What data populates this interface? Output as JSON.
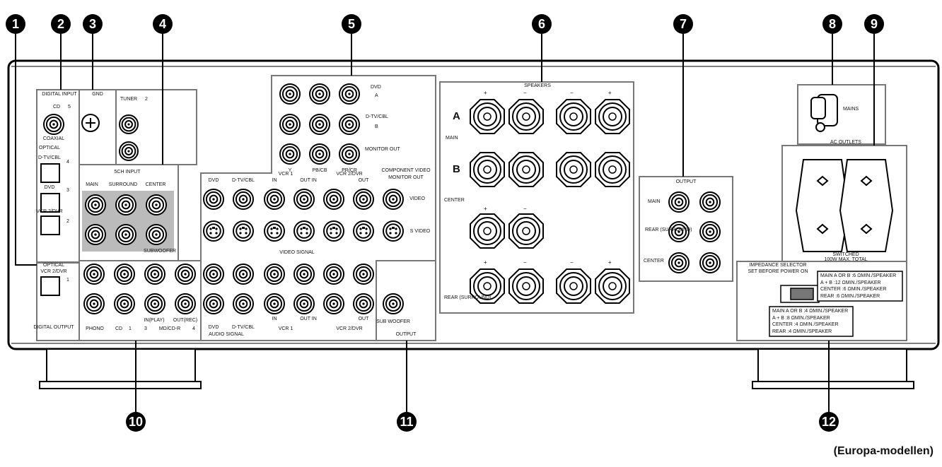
{
  "callouts": [
    "1",
    "2",
    "3",
    "4",
    "5",
    "6",
    "7",
    "8",
    "9",
    "10",
    "11",
    "12"
  ],
  "footer_note": "(Europa-modellen)",
  "digital_input": {
    "title": "DIGITAL INPUT",
    "cd": "CD",
    "cd_num": "5",
    "coaxial": "COAXIAL",
    "optical": "OPTICAL",
    "dtv": "D-TV/CBL",
    "dtv_num": "4",
    "dvd": "DVD",
    "dvd_num": "3",
    "vcr": "VCR 2/DVR",
    "vcr_num": "2"
  },
  "digital_output": {
    "optical": "OPTICAL",
    "vcr": "VCR 2/DVR",
    "num": "1",
    "title": "DIGITAL OUTPUT"
  },
  "gnd": "GND",
  "tuner": {
    "label": "TUNER",
    "num": "2"
  },
  "input_5ch": {
    "title": "5CH INPUT",
    "main": "MAIN",
    "surround": "SURROUND",
    "center": "CENTER",
    "subwoofer": "SUBWOOFER"
  },
  "component_video": {
    "dvd": "DVD",
    "dvd_tag": "A",
    "dtv": "D-TV/CBL",
    "dtv_tag": "B",
    "monitor_out": "MONITOR OUT",
    "y": "Y",
    "pb": "PB/CB",
    "pr": "PR/CR",
    "title": "COMPONENT VIDEO"
  },
  "video_signal": {
    "dvd": "DVD",
    "dtv": "D-TV/CBL",
    "in": "IN",
    "out_in": "OUT IN",
    "out": "OUT",
    "vcr1": "VCR 1",
    "vcr2": "VCR 2/DVR",
    "monitor_out": "MONITOR OUT",
    "video": "VIDEO",
    "svideo": "S VIDEO",
    "title": "VIDEO SIGNAL"
  },
  "audio_signal": {
    "phono": "PHONO",
    "cd": "CD",
    "cd_num": "1",
    "in_play": "IN(PLAY)",
    "out_rec": "OUT(REC)",
    "num3": "3",
    "mdcdr": "MD/CD-R",
    "num4": "4",
    "dvd": "DVD",
    "dtv": "D-TV/CBL",
    "in": "IN",
    "out_in": "OUT IN",
    "out": "OUT",
    "vcr1": "VCR 1",
    "vcr2": "VCR 2/DVR",
    "title": "AUDIO SIGNAL"
  },
  "sub_woofer": {
    "label": "SUB WOOFER",
    "output": "OUTPUT"
  },
  "speakers": {
    "title": "SPEAKERS",
    "a": "A",
    "b": "B",
    "main": "MAIN",
    "center": "CENTER",
    "rear": "REAR (SURROUND)",
    "plus": "+",
    "minus": "−"
  },
  "output": {
    "title": "OUTPUT",
    "main": "MAIN",
    "rear": "REAR (SURROUND)",
    "center": "CENTER"
  },
  "mains": "MAINS",
  "ac_outlets": {
    "title": "AC OUTLETS",
    "switched": "SWITCHED",
    "max": "100W MAX. TOTAL"
  },
  "impedance": {
    "title": "IMPEDANCE SELECTOR",
    "warning": "SET BEFORE POWER ON",
    "upper": [
      "MAIN A OR B :6 ΩMIN./SPEAKER",
      "A + B :12 ΩMIN./SPEAKER",
      "CENTER :6 ΩMIN./SPEAKER",
      "REAR :6 ΩMIN./SPEAKER"
    ],
    "lower": [
      "MAIN A OR B :4 ΩMIN./SPEAKER",
      "A + B :8 ΩMIN./SPEAKER",
      "CENTER :4 ΩMIN./SPEAKER",
      "REAR :4 ΩMIN./SPEAKER"
    ]
  }
}
